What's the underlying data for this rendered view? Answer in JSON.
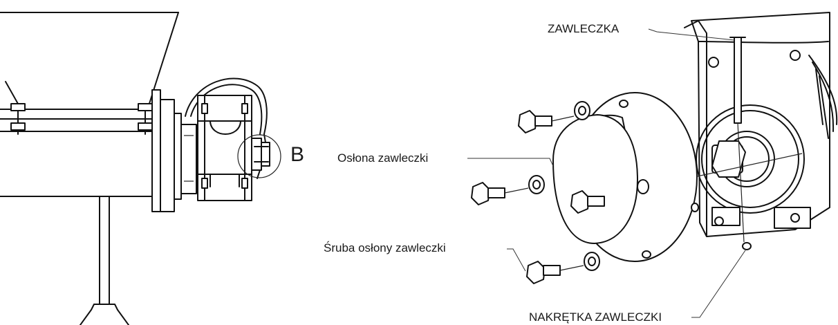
{
  "labels": {
    "detail_marker": "B",
    "cover": "Osłona zawleczki",
    "cover_bolt": "Śruba osłony zawleczki",
    "pin": "ZAWLECZKA",
    "pin_nut": "NAKRĘTKA ZAWLECZKI"
  },
  "colors": {
    "line": "#111111",
    "background": "#ffffff"
  }
}
